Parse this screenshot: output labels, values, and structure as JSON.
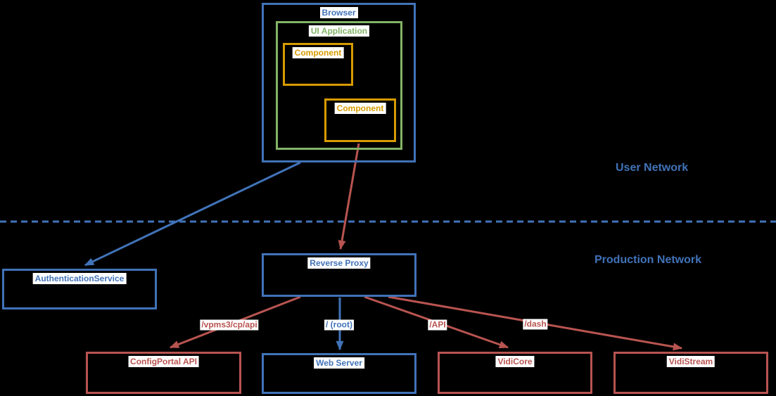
{
  "zones": {
    "user_network": "User Network",
    "production_network": "Production Network"
  },
  "nodes": {
    "browser": "Browser",
    "ui_application": "UI Application",
    "component1": "Component",
    "component2": "Component",
    "auth_service": "AuthenticationService",
    "reverse_proxy": "Reverse Proxy",
    "configportal_api": "ConfigPortal API",
    "web_server": "Web Server",
    "vidicore": "VidiCore",
    "vidistream": "VidiStream"
  },
  "edges": [
    {
      "from": "Browser",
      "to": "AuthenticationService",
      "color": "blue",
      "label": ""
    },
    {
      "from": "Component",
      "to": "Reverse Proxy",
      "color": "red",
      "label": ""
    },
    {
      "from": "Reverse Proxy",
      "to": "ConfigPortal API",
      "color": "red",
      "label": "/vpms3/cp/api"
    },
    {
      "from": "Reverse Proxy",
      "to": "Web Server",
      "color": "blue",
      "label": "/ (root)"
    },
    {
      "from": "Reverse Proxy",
      "to": "VidiCore",
      "color": "red",
      "label": "/API"
    },
    {
      "from": "Reverse Proxy",
      "to": "VidiStream",
      "color": "red",
      "label": "/dash"
    }
  ],
  "colors": {
    "blue": "#4173B8",
    "green": "#82B366",
    "orange": "#D79B00",
    "red": "#B85450",
    "background": "#000000",
    "label_background": "#FFFFFF"
  }
}
